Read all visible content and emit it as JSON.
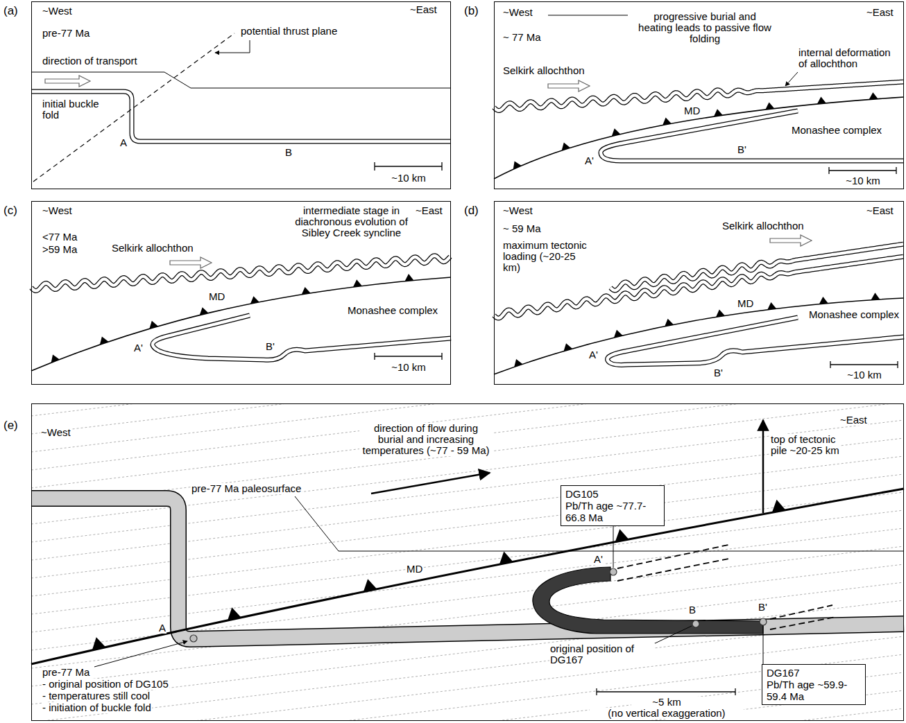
{
  "diagram": {
    "nodes": [
      {
        "text": [
          "(a)",
          "~West",
          "~East",
          "pre-77 Ma",
          "direction of transport",
          "potential thrust plane",
          "initial buckle fold",
          "A",
          "B",
          "~10 km"
        ]
      },
      {
        "text": [
          "(b)",
          "~West",
          "progressive burial and heating leads to passive flow folding",
          "~East",
          "~ 77 Ma",
          "internal deformation of allochthon",
          "Selkirk allochthon",
          "MD",
          "Monashee complex",
          "A'",
          "B'",
          "~10 km"
        ]
      },
      {
        "text": [
          "(c)",
          "~West",
          "intermediate stage in diachronous evolution of Sibley Creek syncline",
          "~East",
          "<77 Ma",
          ">59 Ma",
          "Selkirk allochthon",
          "MD",
          "Monashee complex",
          "A'",
          "B'",
          "~10 km"
        ]
      },
      {
        "text": [
          "(d)",
          "~West",
          "Selkirk allochthon",
          "~East",
          "~ 59 Ma",
          "maximum tectonic loading (~20-25 km)",
          "MD",
          "Monashee complex",
          "A'",
          "B'",
          "~10 km"
        ]
      },
      {
        "text": [
          "(e)",
          "~West",
          "direction of flow during burial and increasing temperatures (~77 - 59 Ma)",
          "~East",
          "top of tectonic pile ~20-25 km",
          "pre-77 Ma paleosurface",
          "MD",
          "A",
          "pre-77 Ma",
          "- original position of DG105",
          "- temperatures still cool",
          "- initiation of buckle fold",
          "A'",
          "original position of DG167",
          "B",
          "B'",
          "~5 km",
          "(no vertical exaggeration)"
        ]
      },
      {
        "text": [
          "DG105",
          "Pb/Th age ~77.7-66.8 Ma"
        ],
        "in": 4
      },
      {
        "text": [
          "DG167",
          "Pb/Th age ~59.9-59.4 Ma"
        ],
        "in": 4
      }
    ]
  }
}
